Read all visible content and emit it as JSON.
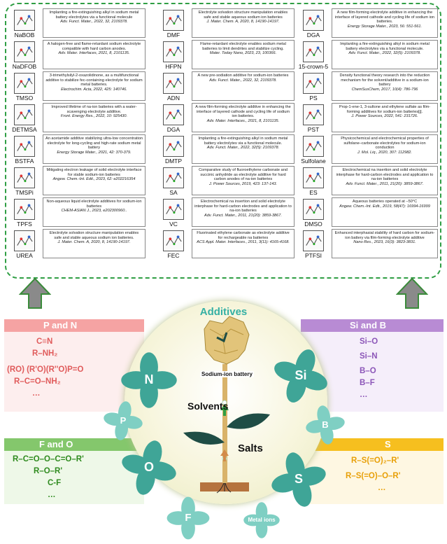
{
  "title": "Additives",
  "cells": [
    {
      "name": "NaBOB",
      "desc": "Implanting a fire-extinguishing alkyl in sodium metal battery electrolytes via a functional molecule",
      "cite": "Adv. Funct. Mater., 2022, 32, 2109378."
    },
    {
      "name": "NaDFOB",
      "desc": "A halogen-free and flame-retardant sodium electrolyte compatible with hard carbon anodes.",
      "cite": "Adv. Mater. Interfaces, 2021, 8, 2101135."
    },
    {
      "name": "TMSO",
      "desc": "3-trimethylsilyl-2-oxazolidinone, as a multifunctional additive to stabilize fec-containing electrolyte for sodium metal batteries.",
      "cite": "Electrochim. Acta, 2022, 425: 140746."
    },
    {
      "name": "DETMSA",
      "desc": "Improved lifetime of na-ion batteries with a water-scavenging electrolyte additive.",
      "cite": "Front. Energy Res., 2022, 10: 925430."
    },
    {
      "name": "BSTFA",
      "desc": "An acetamide additive stabilizing ultra-low concentration electrolyte for long-cycling and high-rate sodium metal battery",
      "cite": "Energy Storage Mater., 2021, 42: 370-379."
    },
    {
      "name": "TMSPi",
      "desc": "Mitigating electron leakage of solid electrolyte interface for stable sodium-ion batteries",
      "cite": "Angew. Chem.-Int. Edit., 2023, 62: e202216354"
    },
    {
      "name": "TPFS",
      "desc": "Non-aqueous liquid electrolyte additives for sodium-ion batteries",
      "cite": "CHEM-ASIAN J., 2023, e202300960.."
    },
    {
      "name": "UREA",
      "desc": "Electrolyte solvation structure manipulation enables safe and stable aqueous sodium ion batteries.",
      "cite": "J. Mater. Chem. A, 2020, 8, 14190-14197."
    },
    {
      "name": "DMF",
      "desc": "Electrolyte solvation structure manipulation enables safe and stable aqueous sodium ion batteries",
      "cite": "J. Mater. Chem. A, 2020, 8, 14190-14197."
    },
    {
      "name": "HFPN",
      "desc": "Flame-retardant electrolyte enables sodium metal batteries to limit dendrites and stabilize cycling.",
      "cite": "Mater. Today Nano, 2023, 23, 100366."
    },
    {
      "name": "ADN",
      "desc": "A new pre-sodiation additive for sodium-ion batteries",
      "cite": "Adv. Funct. Mater., 2022, 32, 2109378."
    },
    {
      "name": "DGA",
      "desc": "A new film-forming electrolyte additive in enhancing the interface of layered cathode and cycling life of sodium ion batteries.",
      "cite": "Adv. Mater. Interfaces., 2021, 8, 2101135."
    },
    {
      "name": "DMTP",
      "desc": "Implanting a fire-extinguishing alkyl in sodium metal battery electrolytes via a functional molecule.",
      "cite": "Adv. Funct. Mater., 2022, 32(5): 2109378."
    },
    {
      "name": "SA",
      "desc": "Comparative study of fluoroethylene carbonate and succinic anhydride as electrolyte additive for hard carbon anodes of na-ion batteries",
      "cite": "J. Power Sources, 2019, 423: 137-143."
    },
    {
      "name": "VC",
      "desc": "Electrochemical na insertion and solid electrolyte interphase for hard-carbon electrodes and application to na-ion batteries",
      "cite": "Adv. Funct. Mater., 2011, 21(20): 3859-3867."
    },
    {
      "name": "FEC",
      "desc": "Fluorinated ethylene carbonate as electrolyte additive for rechargeable na batteries",
      "cite": "ACS Appl. Mater. Interfaces., 2011, 3(11): 4165-4168."
    },
    {
      "name": "DGA",
      "desc": "A new film-forming electrolyte additive in enhancing the interface of layered cathode and cycling life of sodium ion batteries.",
      "cite": "Energy Storage Mater., 2023, 56: 551-561."
    },
    {
      "name": "15-crown-5",
      "desc": "Implanting a fire-extinguishing alkyl in sodium metal battery electrolytes via a functional molecule.",
      "cite": "Adv. Funct. Mater., 2022, 32(5): 2109378."
    },
    {
      "name": "PS",
      "desc": "Density functional theory research into the reduction mechanism for the solvent/additive in a sodium-ion battery",
      "cite": "ChemSusChem, 2017, 10(4): 786-796"
    },
    {
      "name": "PST",
      "desc": "Prop-1-ene-1, 3-sultone and ethylene sulfate as film-forming additives for sodium-ion batteries[j].",
      "cite": "J. Power Sources, 2022, 541: 231726."
    },
    {
      "name": "Sulfolane",
      "desc": "Physicochemical and electrochemical properties of sulfolane–carbonate electrolytes for sodium-ion conduction",
      "cite": "J. Mol. Liq., 2020, 307: 112982."
    },
    {
      "name": "ES",
      "desc": "Electrochemical na insertion and solid electrolyte interphase for hard-carbon electrodes and application to na-ion batteries",
      "cite": "Adv. Funct. Mater., 2011, 21(20): 3859-3867."
    },
    {
      "name": "DMSO",
      "desc": "Aqueous batteries operated at −50°C",
      "cite": "Angew. Chem.-Int. Edit., 2019, 58(47): 16994-16999"
    },
    {
      "name": "PTFSI",
      "desc": "Enhanced interphasial stability of hard carbon for sodium-ion battery via film-forming electrolyte additive",
      "cite": "Nano Res., 2023, 16(3): 3823-3831."
    }
  ],
  "panels": {
    "pn": {
      "title": "P and N",
      "items": [
        "C≡N",
        "R–NH₂",
        "(RO) (R'O)(R''O)P=O",
        "R–C=O–NH₂",
        "…"
      ]
    },
    "sib": {
      "title": "Si and B",
      "items": [
        "Si–O",
        "Si–N",
        "B–O",
        "B–F",
        "…"
      ]
    },
    "fo": {
      "title": "F and O",
      "items": [
        "R–C=O–O–C=O–R'",
        "R–O–R'",
        "C-F",
        "…"
      ]
    },
    "s": {
      "title": "S",
      "items": [
        "R–S(=O)₂–R'",
        "R–S(=O)–O–R'",
        "…"
      ]
    }
  },
  "petals": [
    "N",
    "Si",
    "P",
    "B",
    "O",
    "S",
    "F",
    "Metal ions"
  ],
  "center": {
    "battery": "Sodium-ion battery",
    "solvents": "Solvents",
    "salts": "Salts"
  },
  "colors": {
    "teal": "#35b0a4",
    "dashed": "#2f9e44",
    "pn": "#f5a3a3",
    "sib": "#b88bd4",
    "fo": "#84c76c",
    "s": "#f6bf1f"
  }
}
